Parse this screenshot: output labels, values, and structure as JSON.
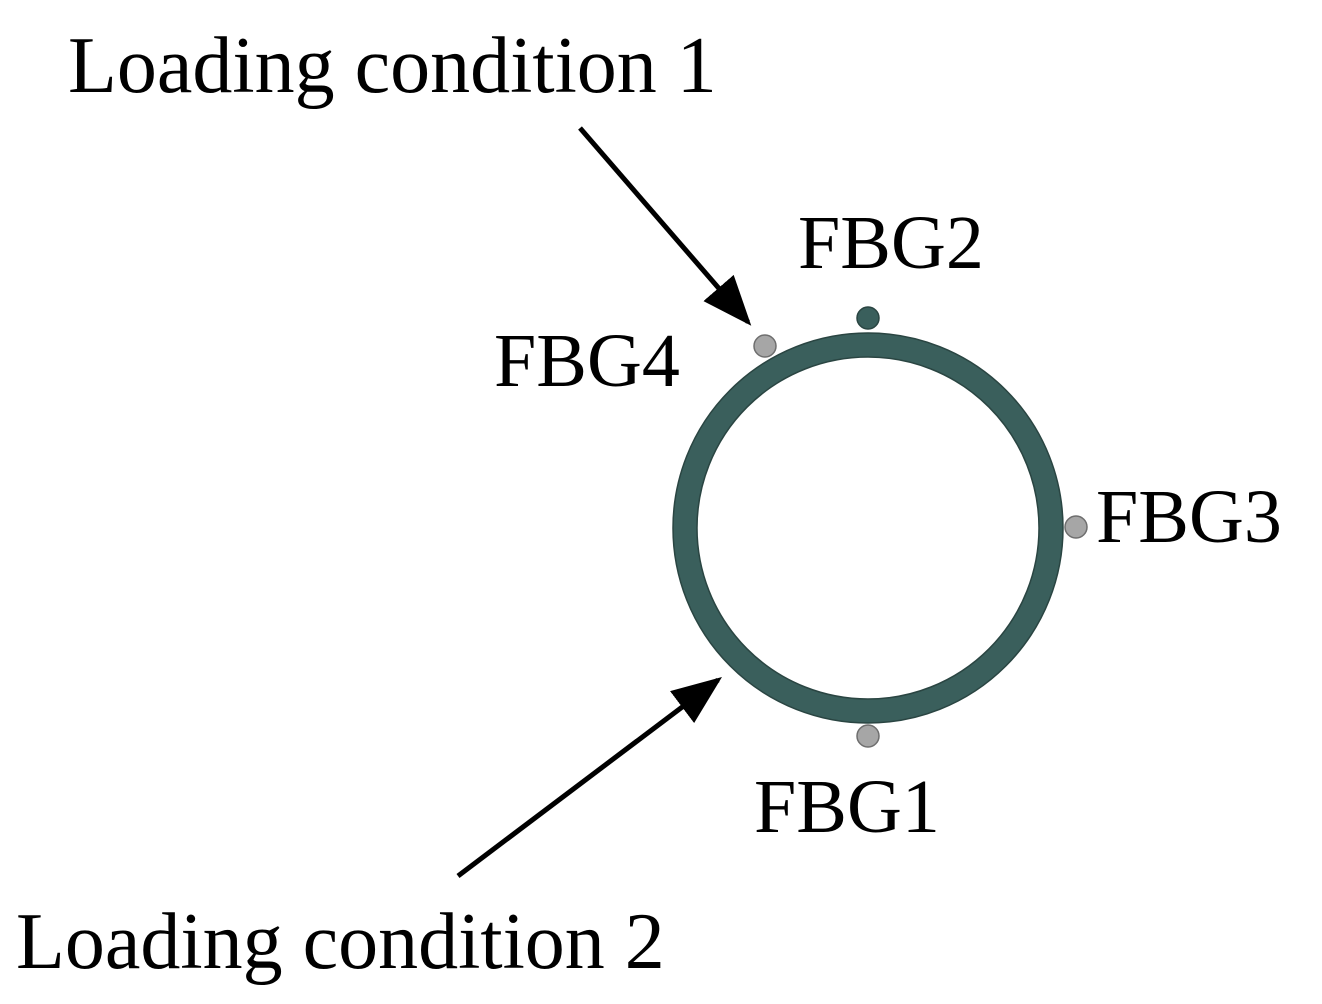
{
  "loading_condition_1": "Loading condition 1",
  "loading_condition_2": "Loading condition 2",
  "sensors": {
    "fbg1": "FBG1",
    "fbg2": "FBG2",
    "fbg3": "FBG3",
    "fbg4": "FBG4"
  },
  "colors": {
    "ring": "#3a5f5c",
    "sensor_fbg2": "#3a5f5c",
    "sensor_other": "#a6a6a6",
    "arrow": "#000000",
    "text": "#000000"
  }
}
